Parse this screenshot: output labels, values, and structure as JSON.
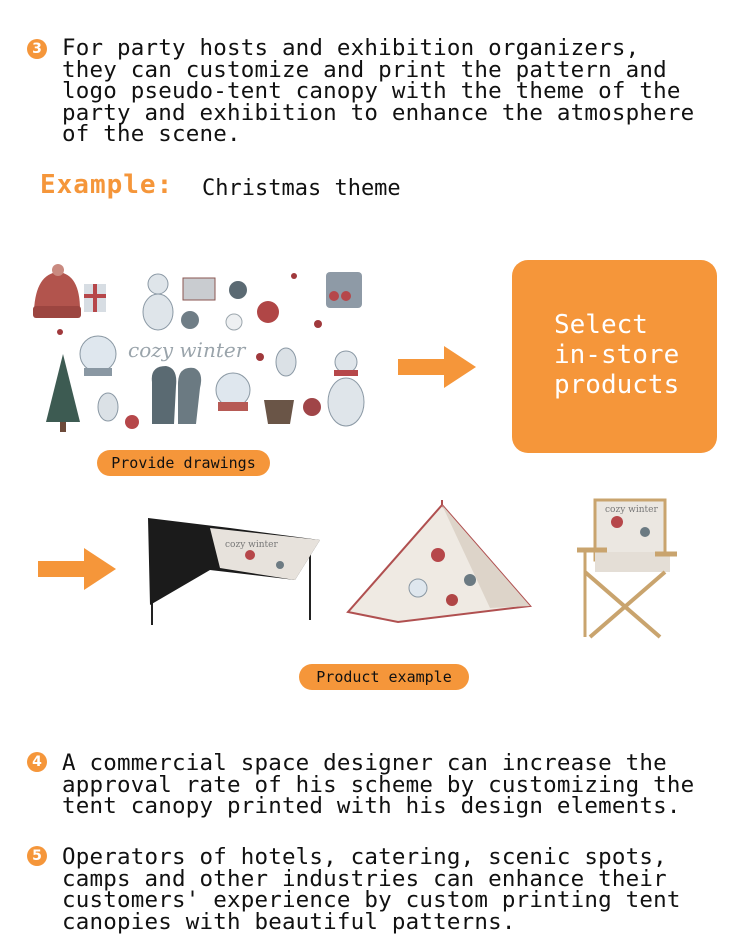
{
  "section3": {
    "number": "3",
    "text": "For party hosts and exhibition organizers,\nthey can customize and print the pattern and\nlogo pseudo-tent canopy with the theme of the\nparty and exhibition to enhance the atmosphere\nof the scene."
  },
  "example": {
    "label": "Example:",
    "value": "Christmas theme"
  },
  "drawings_image": {
    "text": "cozy winter"
  },
  "select_box": {
    "text": "Select\nin-store\nproducts"
  },
  "pills": {
    "provide": "Provide drawings",
    "product": "Product example"
  },
  "products": {
    "canopy_text": "cozy winter",
    "chair_text": "cozy winter"
  },
  "section4": {
    "number": "4",
    "text": "A commercial space designer can increase the\napproval rate of his scheme by customizing the\ntent canopy printed with his design elements."
  },
  "section5": {
    "number": "5",
    "text": "Operators of hotels, catering, scenic spots,\ncamps and other industries can enhance their\ncustomers' experience by custom printing tent\ncanopies with beautiful patterns."
  },
  "colors": {
    "accent": "#f5963a",
    "text": "#111111"
  }
}
